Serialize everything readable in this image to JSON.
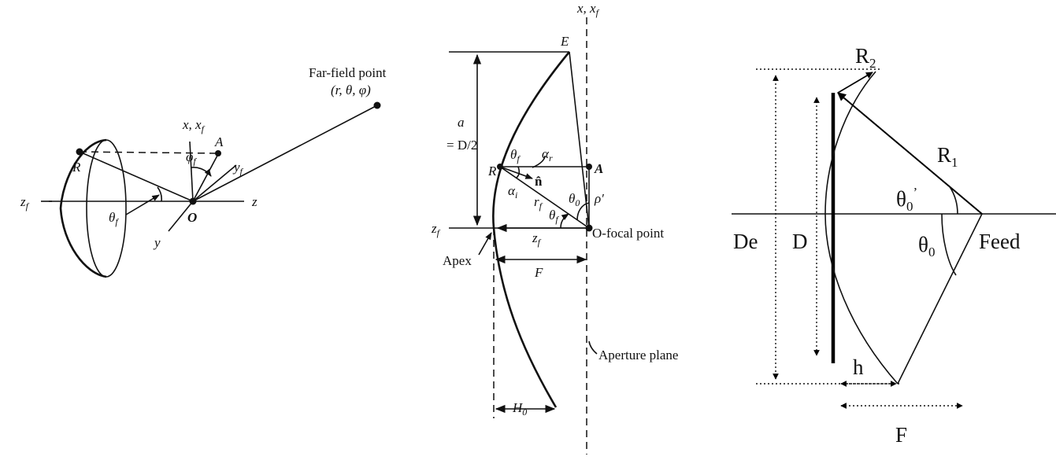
{
  "panel_left": {
    "far_field_label": "Far-field point",
    "far_field_coords": "(r, θ, φ)",
    "axis_x": "x, x",
    "axis_x_sub": "f",
    "axis_y_f": "y",
    "axis_y_f_sub": "f",
    "axis_z": "z",
    "axis_z_f": "z",
    "axis_z_f_sub": "f",
    "axis_y": "y",
    "point_R": "R",
    "point_A": "A",
    "point_O": "O",
    "angle_phi": "φ",
    "angle_phi_sub": "f",
    "angle_theta": "θ",
    "angle_theta_sub": "f"
  },
  "panel_middle": {
    "axis_x": "x, x",
    "axis_x_sub": "f",
    "point_E": "E",
    "label_a": "a",
    "label_D2": "= D/2",
    "point_R": "R",
    "point_A": "A",
    "theta_f": "θ",
    "theta_f_sub": "f",
    "alpha_r": "α",
    "alpha_r_sub": "r",
    "n_hat": "n̂",
    "alpha_i": "α",
    "alpha_i_sub": "i",
    "r_f": "r",
    "r_f_sub": "f",
    "theta_f2": "θ",
    "theta_f2_sub": "f",
    "theta_0": "θ",
    "theta_0_sub": "0",
    "rho_prime": "ρ′",
    "axis_z_f": "z",
    "axis_z_f_sub": "f",
    "z_f_label": "z",
    "z_f_label_sub": "f",
    "focal_point": "O-focal point",
    "apex": "Apex",
    "F": "F",
    "aperture_plane": "Aperture plane",
    "H0": "H",
    "H0_sub": "0"
  },
  "panel_right": {
    "R2": "R",
    "R2_sub": "2",
    "R1": "R",
    "R1_sub": "1",
    "theta0_prime": "θ",
    "theta0_prime_sub": "0",
    "theta0_prime_mark": "’",
    "De": "De",
    "D": "D",
    "theta0": "θ",
    "theta0_sub": "0",
    "feed": "Feed",
    "h": "h",
    "F": "F"
  }
}
